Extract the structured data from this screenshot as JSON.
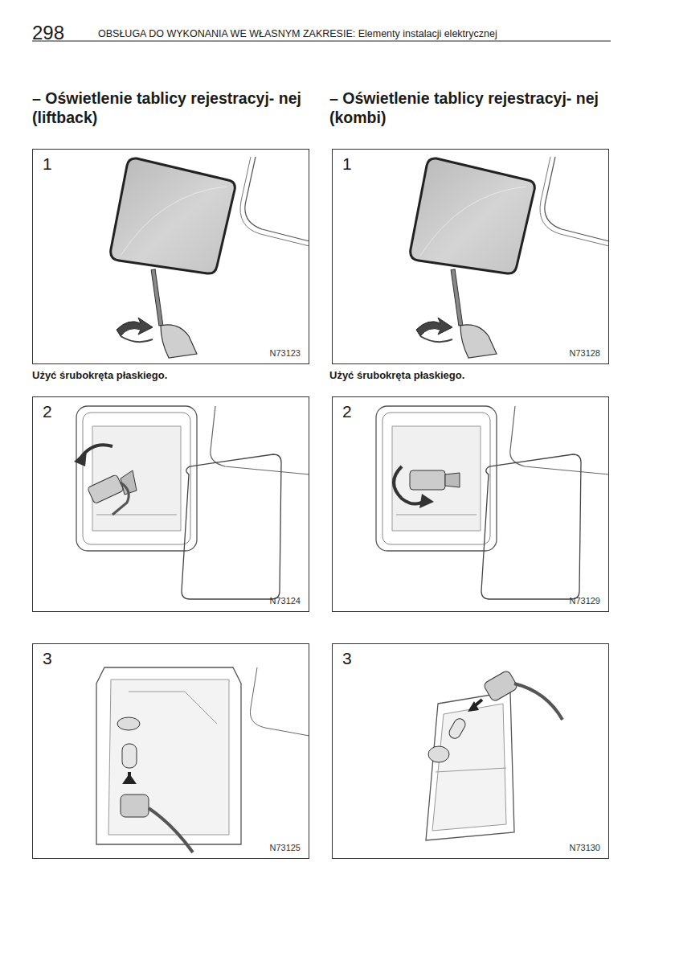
{
  "diagram": {
    "nodes": [
      {
        "text": [
          "1",
          "N73123"
        ]
      },
      {
        "text": [
          "2",
          "N73124"
        ]
      },
      {
        "text": [
          "3",
          "N73125"
        ]
      },
      {
        "text": [
          "1",
          "N73128"
        ]
      },
      {
        "text": [
          "2",
          "N73129"
        ]
      },
      {
        "text": [
          "3",
          "N73130"
        ]
      }
    ],
    "labels": [
      "298",
      "OBSŁUGA DO WYKONANIA WE WŁASNYM ZAKRESIE: Elementy instalacji elektrycznej",
      "– Oświetlenie tablicy rejestracyj- nej (liftback)",
      "– Oświetlenie tablicy rejestracyj- nej (kombi)",
      "Użyć śrubokręta płaskiego.",
      "Użyć śrubokręta płaskiego."
    ]
  }
}
